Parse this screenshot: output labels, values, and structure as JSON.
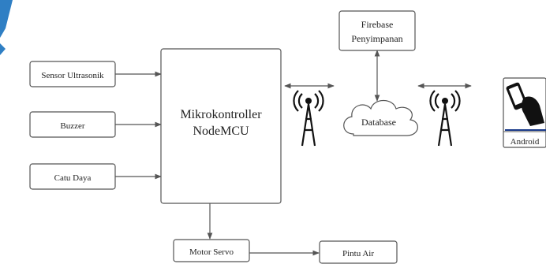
{
  "diagram": {
    "inputs": {
      "sensor": "Sensor Ultrasonik",
      "buzzer": "Buzzer",
      "power": "Catu Daya"
    },
    "controller": {
      "line1": "Mikrokontroller",
      "line2": "NodeMCU"
    },
    "firebase": {
      "line1": "Firebase",
      "line2": "Penyimpanan"
    },
    "database": "Database",
    "android": "Android",
    "servo": "Motor Servo",
    "gate": "Pintu Air",
    "colors": {
      "corner_accent": "#2f7fc4",
      "line": "#555555"
    },
    "icons": [
      "tower-icon",
      "cloud-icon",
      "phone-hand-icon"
    ]
  }
}
